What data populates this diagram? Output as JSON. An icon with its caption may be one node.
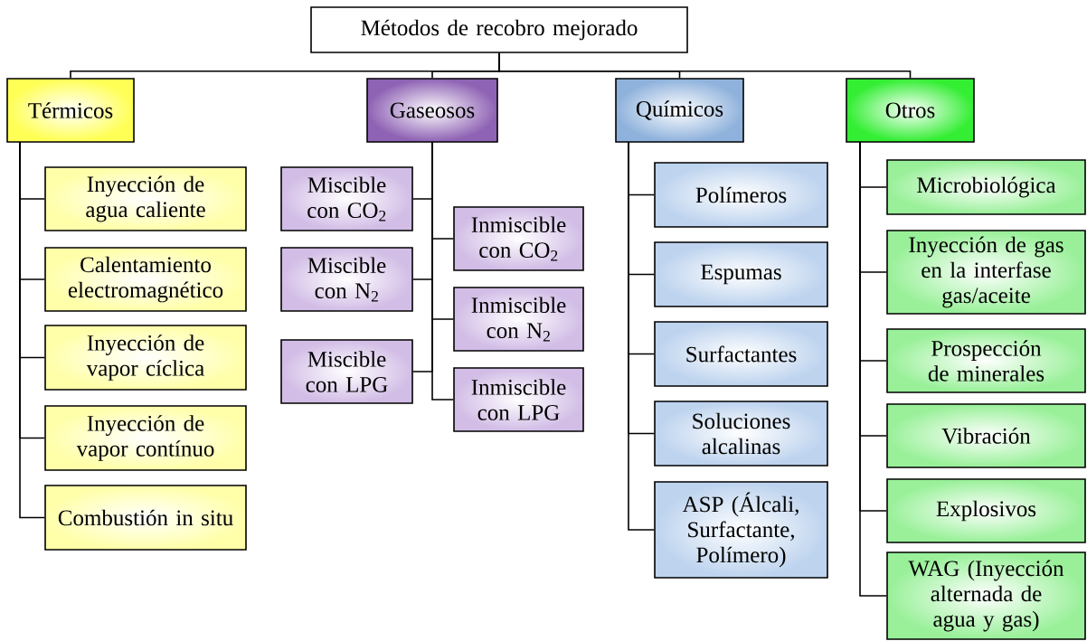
{
  "diagram": {
    "nodes": [
      {
        "text": [
          "Métodos de recobro mejorado"
        ]
      },
      {
        "text": [
          "Térmicos"
        ]
      },
      {
        "text": [
          "Inyección de agua caliente"
        ]
      },
      {
        "text": [
          "Calentamiento electromagnético"
        ]
      },
      {
        "text": [
          "Inyección de vapor cíclica"
        ]
      },
      {
        "text": [
          "Inyección de vapor contínuo"
        ]
      },
      {
        "text": [
          "Combustión in situ"
        ]
      },
      {
        "text": [
          "Gaseosos"
        ]
      },
      {
        "text": [
          "Miscible con CO$_{2}$"
        ]
      },
      {
        "text": [
          "Inmiscible con CO$_{2}$"
        ]
      },
      {
        "text": [
          "Miscible con N$_{2}$"
        ]
      },
      {
        "text": [
          "Inmiscible con N$_{2}$"
        ]
      },
      {
        "text": [
          "Miscible con LPG"
        ]
      },
      {
        "text": [
          "Inmiscible con LPG"
        ]
      },
      {
        "text": [
          "Químicos"
        ]
      },
      {
        "text": [
          "Polímeros"
        ]
      },
      {
        "text": [
          "Espumas"
        ]
      },
      {
        "text": [
          "Surfactantes"
        ]
      },
      {
        "text": [
          "Soluciones alcalinas"
        ]
      },
      {
        "text": [
          "ASP (Álcali, Surfactante, Polímero)"
        ]
      },
      {
        "text": [
          "Otros"
        ]
      },
      {
        "text": [
          "Microbiológica"
        ]
      },
      {
        "text": [
          "Inyección de gas en la interfase gas/aceite"
        ]
      },
      {
        "text": [
          "Prospección de minerales"
        ]
      },
      {
        "text": [
          "Vibración"
        ]
      },
      {
        "text": [
          "Explosivos"
        ]
      },
      {
        "text": [
          "WAG (Inyección alternada de agua y gas)"
        ]
      }
    ],
    "edges": [
      {
        "from": 0,
        "to": 1,
        "arrow": "none"
      },
      {
        "from": 0,
        "to": 7,
        "arrow": "none"
      },
      {
        "from": 0,
        "to": 14,
        "arrow": "none"
      },
      {
        "from": 0,
        "to": 20,
        "arrow": "none"
      },
      {
        "from": 1,
        "to": 2,
        "arrow": "none"
      },
      {
        "from": 1,
        "to": 3,
        "arrow": "none"
      },
      {
        "from": 1,
        "to": 4,
        "arrow": "none"
      },
      {
        "from": 1,
        "to": 5,
        "arrow": "none"
      },
      {
        "from": 1,
        "to": 6,
        "arrow": "none"
      },
      {
        "from": 7,
        "to": 8,
        "arrow": "none"
      },
      {
        "from": 7,
        "to": 9,
        "arrow": "none"
      },
      {
        "from": 7,
        "to": 10,
        "arrow": "none"
      },
      {
        "from": 7,
        "to": 11,
        "arrow": "none"
      },
      {
        "from": 7,
        "to": 12,
        "arrow": "none"
      },
      {
        "from": 7,
        "to": 13,
        "arrow": "none"
      },
      {
        "from": 14,
        "to": 15,
        "arrow": "none"
      },
      {
        "from": 14,
        "to": 16,
        "arrow": "none"
      },
      {
        "from": 14,
        "to": 17,
        "arrow": "none"
      },
      {
        "from": 14,
        "to": 18,
        "arrow": "none"
      },
      {
        "from": 14,
        "to": 19,
        "arrow": "none"
      },
      {
        "from": 20,
        "to": 21,
        "arrow": "none"
      },
      {
        "from": 20,
        "to": 22,
        "arrow": "none"
      },
      {
        "from": 20,
        "to": 23,
        "arrow": "none"
      },
      {
        "from": 20,
        "to": 24,
        "arrow": "none"
      },
      {
        "from": 20,
        "to": 25,
        "arrow": "none"
      },
      {
        "from": 20,
        "to": 26,
        "arrow": "none"
      }
    ]
  }
}
